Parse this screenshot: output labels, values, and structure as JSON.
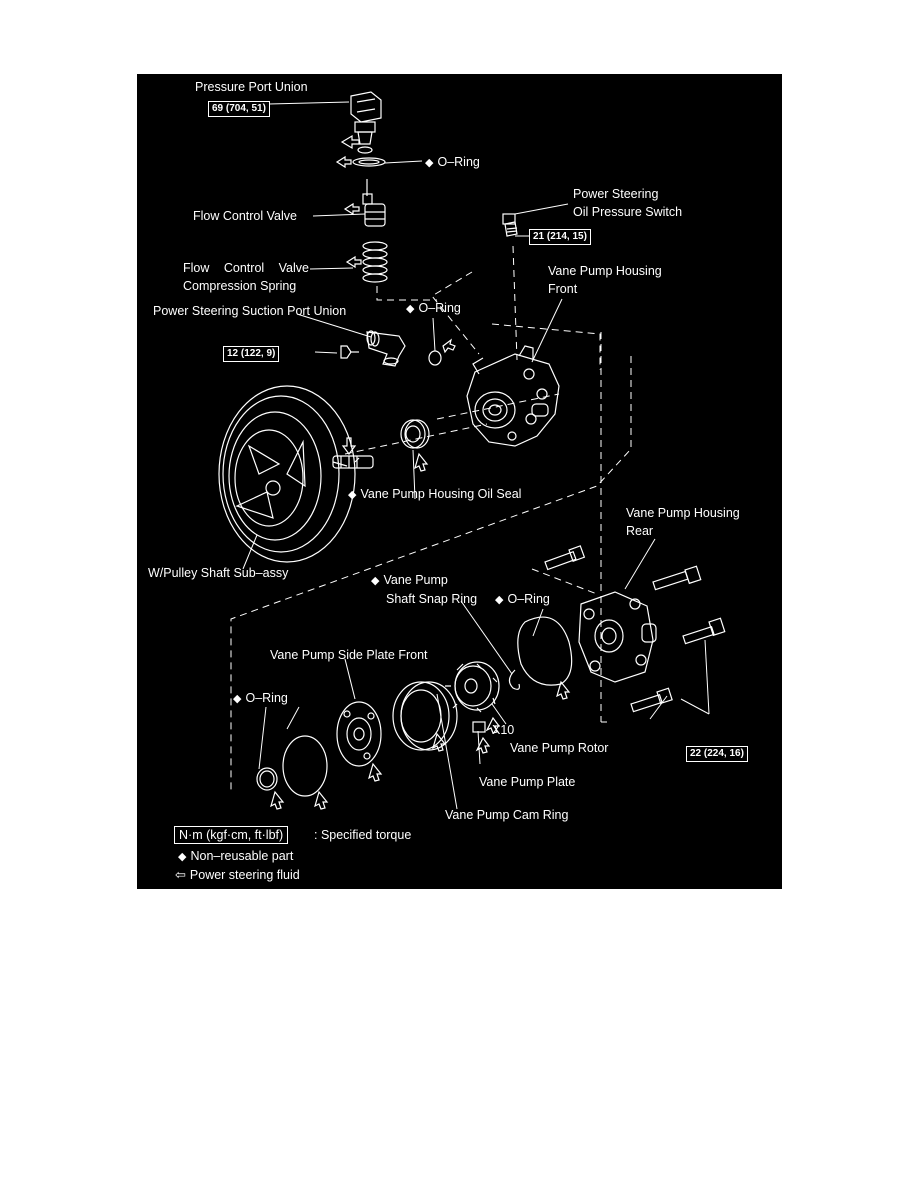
{
  "labels": {
    "pressure_port_union": "Pressure Port Union",
    "o_ring_top": "O–Ring",
    "flow_control_valve": "Flow Control Valve",
    "ps_switch_line1": "Power Steering",
    "ps_switch_line2": "Oil Pressure Switch",
    "fcv_spring_line1": "Flow Control Valve",
    "fcv_spring_line2": "Compression Spring",
    "housing_front_line1": "Vane Pump Housing",
    "housing_front_line2": "Front",
    "suction_port_union": "Power Steering Suction Port Union",
    "o_ring_suction": "O–Ring",
    "oil_seal": "Vane Pump Housing Oil Seal",
    "housing_rear_line1": "Vane Pump Housing",
    "housing_rear_line2": "Rear",
    "pulley_shaft": "W/Pulley Shaft Sub–assy",
    "snap_ring_line1": "Vane Pump",
    "snap_ring_line2": "Shaft Snap Ring",
    "o_ring_rear": "O–Ring",
    "side_plate_front": "Vane Pump Side Plate Front",
    "o_ring_left": "O–Ring",
    "rotor": "Vane Pump Rotor",
    "x10": "X10",
    "plate": "Vane Pump Plate",
    "cam_ring": "Vane Pump Cam Ring"
  },
  "torque": {
    "pressure_port": "69 (704, 51)",
    "switch": "21 (214, 15)",
    "suction": "12 (122, 9)",
    "rear_bolts": "22 (224, 16)"
  },
  "legend": {
    "torque_unit": "N·m (kgf·cm, ft·lbf)",
    "torque_desc": ": Specified torque",
    "non_reusable": "Non–reusable part",
    "fluid": "Power steering fluid"
  },
  "symbols": {
    "non_reusable_icon": "diamond-icon",
    "fluid_icon": "hollow-left-arrow-icon"
  },
  "colors": {
    "background": "#000000",
    "ink": "#ffffff"
  }
}
